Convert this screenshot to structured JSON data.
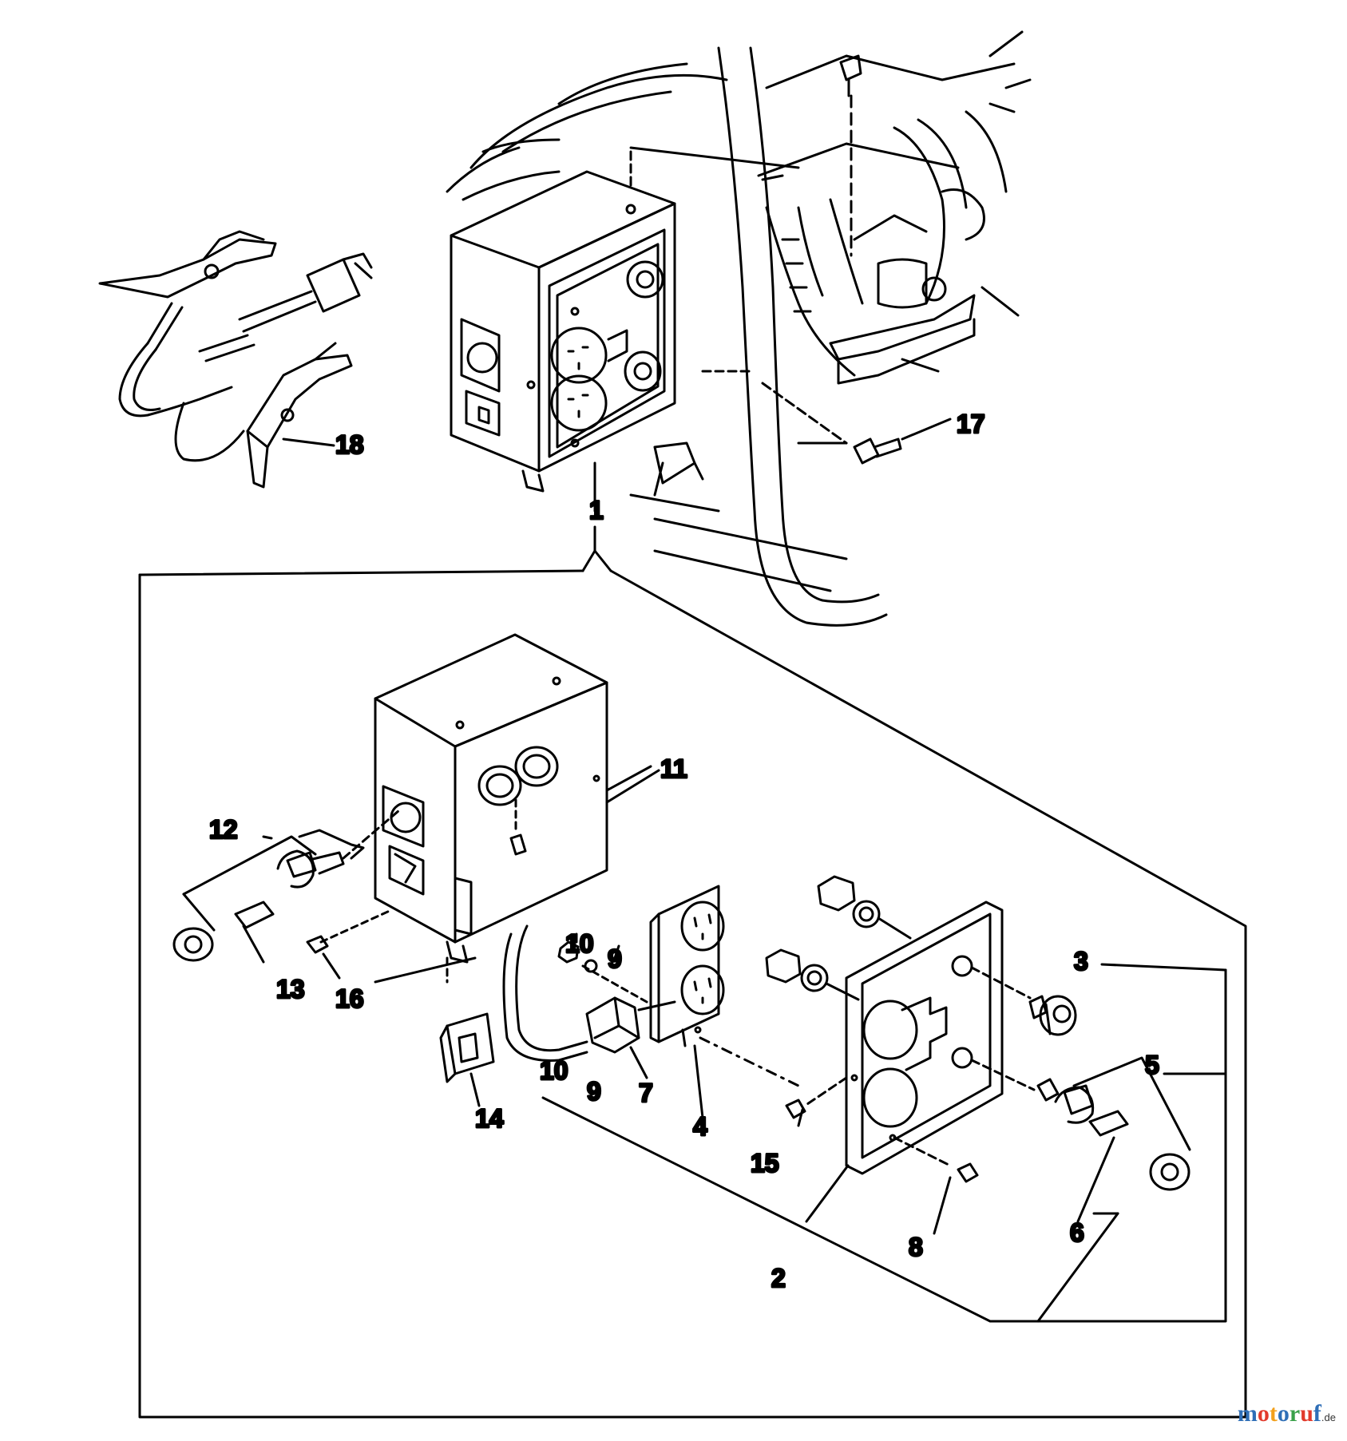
{
  "callouts": [
    "1",
    "2",
    "3",
    "4",
    "5",
    "6",
    "7",
    "8",
    "9",
    "10",
    "11",
    "12",
    "13",
    "14",
    "15",
    "16",
    "17",
    "18",
    "9",
    "10"
  ],
  "watermark": {
    "letters": [
      {
        "ch": "m",
        "color": "#2f6fb7"
      },
      {
        "ch": "o",
        "color": "#e23a2c"
      },
      {
        "ch": "t",
        "color": "#f2a01c"
      },
      {
        "ch": "o",
        "color": "#2f6fb7"
      },
      {
        "ch": "r",
        "color": "#3aa14a"
      },
      {
        "ch": "u",
        "color": "#e23a2c"
      },
      {
        "ch": "f",
        "color": "#2f6fb7"
      }
    ],
    "suffix": ".de"
  }
}
